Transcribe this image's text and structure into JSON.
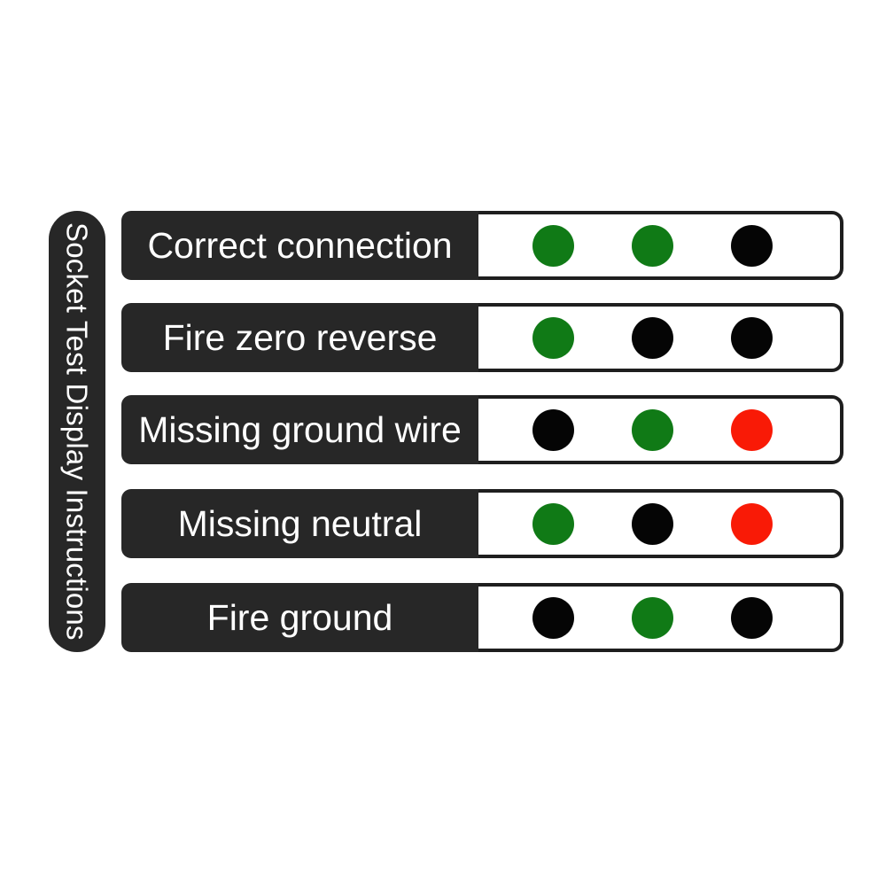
{
  "figure": {
    "background_color": "#FFFFFF",
    "title_rail": {
      "text": "Socket Test Display Instructions",
      "background_color": "#272727",
      "text_color": "#FFFFFF"
    },
    "lamp_colors": {
      "green": "#107A16",
      "black": "#050505",
      "red": "#F91A06"
    },
    "panel_colors": {
      "label_background": "#272727",
      "lights_background": "#FFFFFF",
      "lights_border": "#1E1E1E"
    },
    "rows": [
      {
        "label": "Correct connection",
        "lamps": [
          "green",
          "green",
          "black"
        ]
      },
      {
        "label": "Fire zero reverse",
        "lamps": [
          "green",
          "black",
          "black"
        ]
      },
      {
        "label": "Missing ground wire",
        "lamps": [
          "black",
          "green",
          "red"
        ]
      },
      {
        "label": "Missing neutral",
        "lamps": [
          "green",
          "black",
          "red"
        ]
      },
      {
        "label": "Fire ground",
        "lamps": [
          "black",
          "green",
          "black"
        ]
      }
    ]
  }
}
